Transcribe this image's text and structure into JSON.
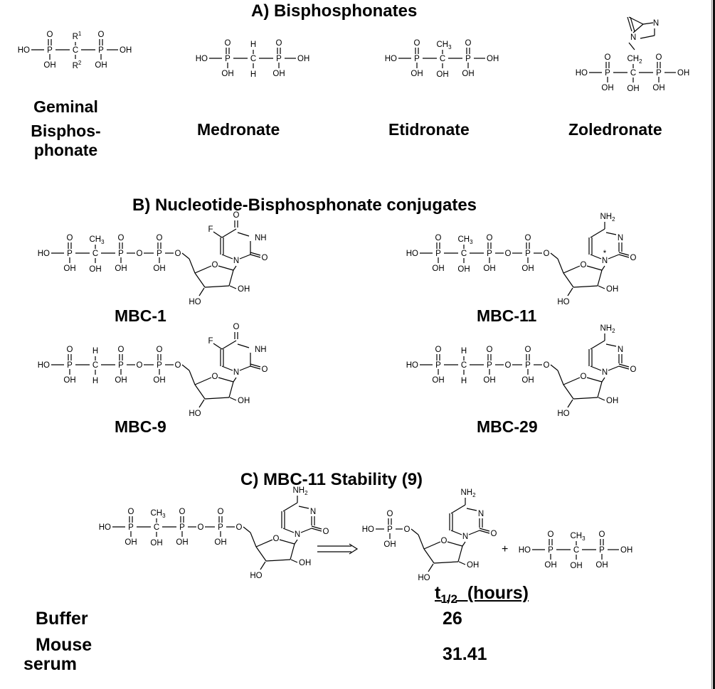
{
  "sections": {
    "a_title": "A) Bisphosphonates",
    "b_title": "B) Nucleotide-Bisphosphonate conjugates",
    "c_title": "C) MBC-11 Stability (9)"
  },
  "bisphosphonates": {
    "geminal_line1": "Geminal",
    "geminal_line2": "Bisphos-",
    "geminal_line3": "phonate",
    "medronate": "Medronate",
    "etidronate": "Etidronate",
    "zoledronate": "Zoledronate"
  },
  "conjugates": {
    "mbc1": "MBC-1",
    "mbc11": "MBC-11",
    "mbc9": "MBC-9",
    "mbc29": "MBC-29"
  },
  "stability": {
    "half_life_header_main": "t",
    "half_life_header_sub": "1/2",
    "half_life_header_unit": "  (hours)",
    "buffer_label": "Buffer",
    "buffer_value": "26",
    "mouse_label_1": "Mouse",
    "mouse_label_2": "serum",
    "mouse_value": "31.41",
    "plus": "+"
  },
  "atoms": {
    "HO": "HO",
    "OH": "OH",
    "O": "O",
    "P": "P",
    "C": "C",
    "H": "H",
    "CH3": "CH",
    "sub3": "3",
    "CH2": "CH",
    "sub2": "2",
    "R1": "R",
    "sup1": "1",
    "R2": "R",
    "sup2": "2",
    "N": "N",
    "NH": "NH",
    "F": "F",
    "NH2": "NH",
    "star": "*"
  }
}
